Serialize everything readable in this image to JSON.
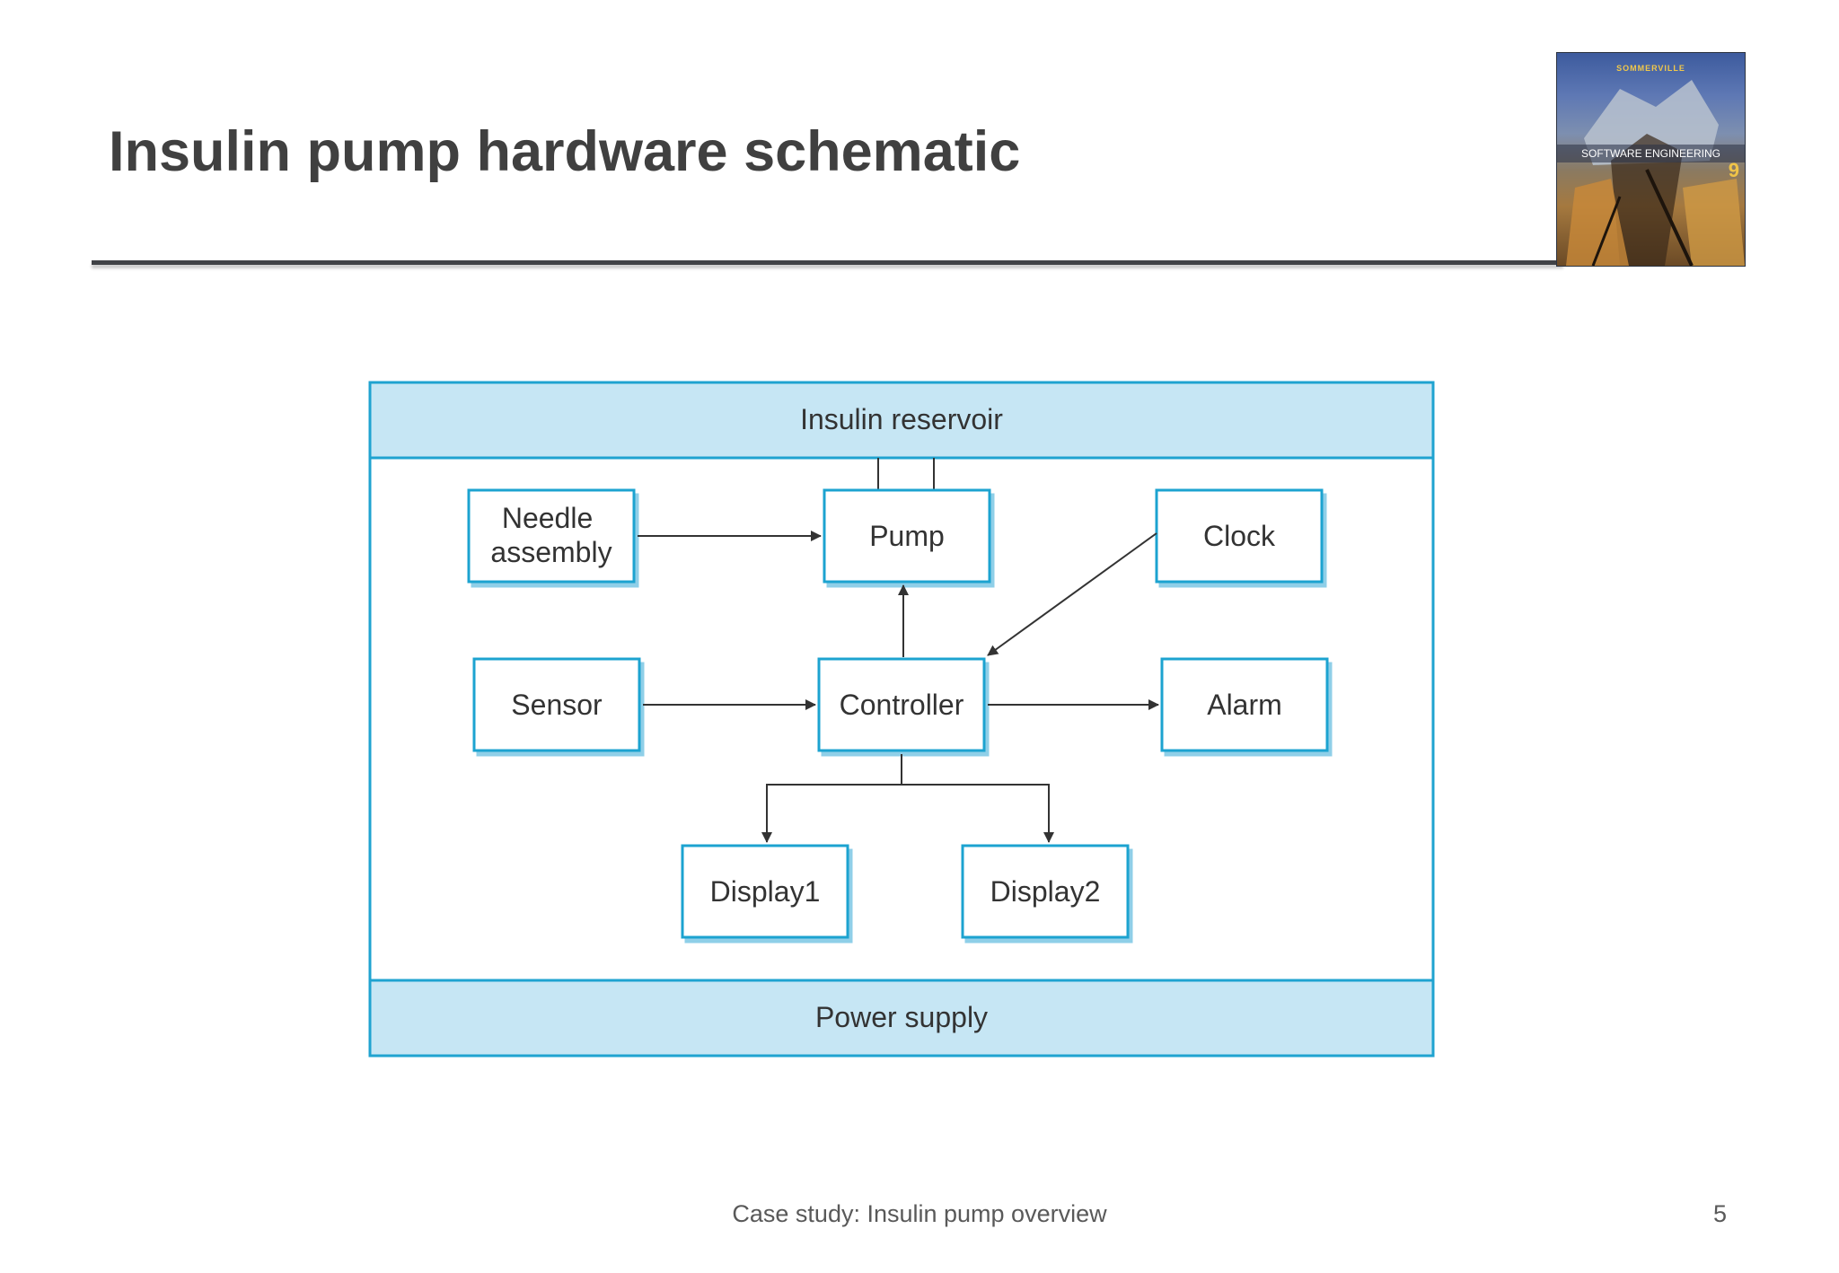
{
  "slide": {
    "title": "Insulin pump hardware schematic",
    "footer": "Case study: Insulin pump overview",
    "page_number": "5"
  },
  "book_cover": {
    "author": "SOMMERVILLE",
    "title": "SOFTWARE ENGINEERING",
    "edition": "9"
  },
  "diagram": {
    "top_bar": "Insulin reservoir",
    "bottom_bar": "Power supply",
    "components": {
      "needle": "Needle\nassembly",
      "pump": "Pump",
      "clock": "Clock",
      "sensor": "Sensor",
      "controller": "Controller",
      "alarm": "Alarm",
      "display1": "Display1",
      "display2": "Display2"
    },
    "colors": {
      "frame_border": "#1fa3d0",
      "bar_fill": "#c6e6f4",
      "box_border": "#1fa3d0",
      "arrow": "#333333"
    }
  }
}
